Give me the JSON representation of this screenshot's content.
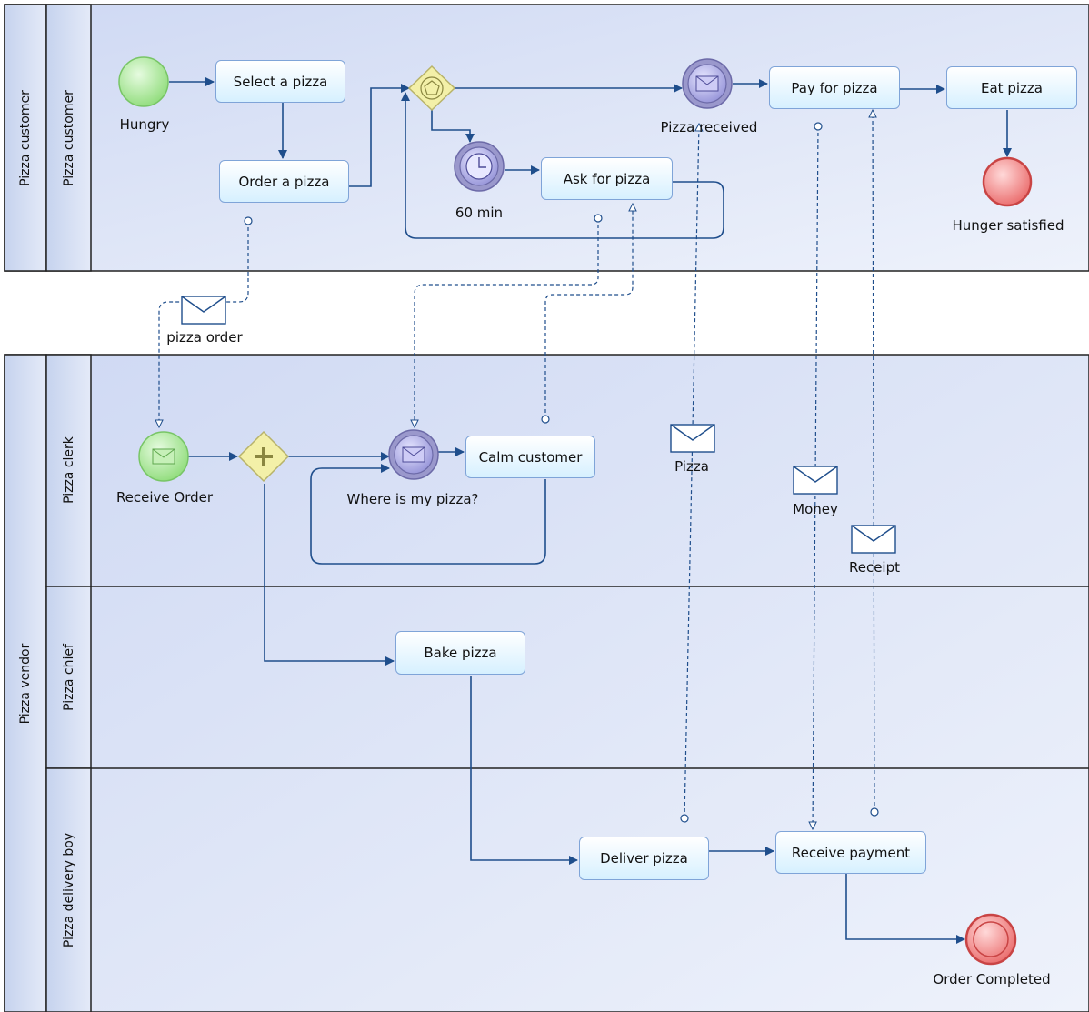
{
  "pools": {
    "customer": {
      "label": "Pizza customer",
      "lane": "Pizza customer"
    },
    "vendor": {
      "label": "Pizza vendor",
      "lanes": [
        "Pizza clerk",
        "Pizza chief",
        "Pizza delivery boy"
      ]
    }
  },
  "events": {
    "hungry": "Hungry",
    "timer": "60 min",
    "pizza_received": "Pizza received",
    "hunger_satisfied": "Hunger satisfied",
    "receive_order": "Receive Order",
    "where_is_my_pizza": "Where is my pizza?",
    "order_completed": "Order Completed"
  },
  "tasks": {
    "select_pizza": "Select a pizza",
    "order_pizza": "Order a pizza",
    "ask_for_pizza": "Ask for pizza",
    "pay_for_pizza": "Pay for pizza",
    "eat_pizza": "Eat pizza",
    "calm_customer": "Calm customer",
    "bake_pizza": "Bake pizza",
    "deliver_pizza": "Deliver pizza",
    "receive_payment": "Receive payment"
  },
  "messages": {
    "pizza_order": "pizza order",
    "pizza": "Pizza",
    "money": "Money",
    "receipt": "Receipt"
  },
  "colors": {
    "flow": "#1f4e8c",
    "lane_fill": "#dde4f6",
    "task_border": "#7fa4d8",
    "start_event": "#9ee28a",
    "end_event": "#e85a5a",
    "gateway": "#f3f0a8",
    "intermediate_event": "#a9a8e6"
  }
}
